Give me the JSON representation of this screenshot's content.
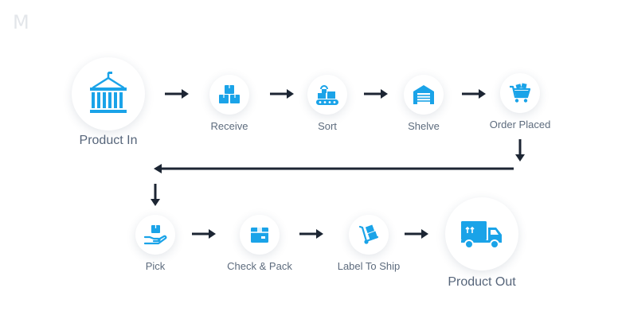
{
  "brand": {
    "logo_letter": "M"
  },
  "colors": {
    "accent": "#1aa3e8",
    "arrow": "#1c2533",
    "label": "#5d6b7d"
  },
  "steps": {
    "product_in": {
      "label": "Product In",
      "icon": "shipping-container-icon"
    },
    "receive": {
      "label": "Receive",
      "icon": "boxes-stack-icon"
    },
    "sort": {
      "label": "Sort",
      "icon": "conveyor-sort-icon"
    },
    "shelve": {
      "label": "Shelve",
      "icon": "warehouse-icon"
    },
    "order_placed": {
      "label": "Order Placed",
      "icon": "shopping-cart-icon"
    },
    "pick": {
      "label": "Pick",
      "icon": "hand-box-icon"
    },
    "check_pack": {
      "label": "Check & Pack",
      "icon": "package-box-icon"
    },
    "label_ship": {
      "label": "Label To Ship",
      "icon": "hand-truck-icon"
    },
    "product_out": {
      "label": "Product Out",
      "icon": "delivery-truck-icon"
    }
  }
}
